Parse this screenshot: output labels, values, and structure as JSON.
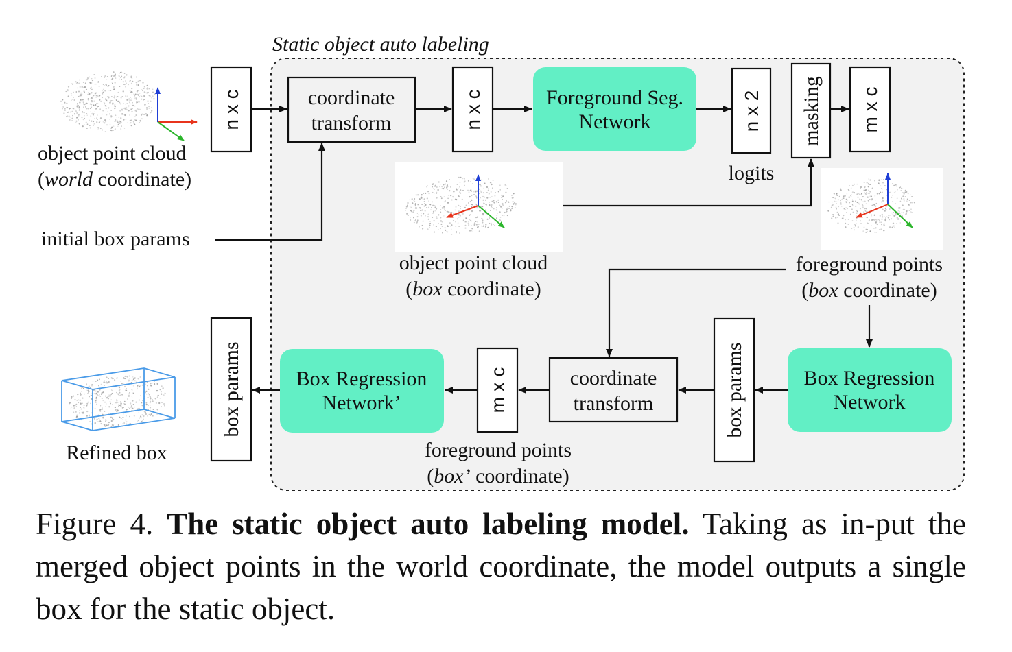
{
  "diagram": {
    "title": "Static object auto labeling",
    "input_world": {
      "line1": "object point cloud",
      "paren_italic": "world",
      "paren_rest": " coordinate)"
    },
    "initial_box": "initial box params",
    "nodes": {
      "nxc1": "n x c",
      "coord_transform_1": [
        "coordinate",
        "transform"
      ],
      "nxc2": "n x c",
      "fg_seg": [
        "Foreground Seg.",
        "Network"
      ],
      "nx2": "n x 2",
      "masking": "masking",
      "mxc1": "m x c",
      "logits": "logits",
      "box_reg": [
        "Box Regression",
        "Network"
      ],
      "box_params_mid": "box params",
      "coord_transform_2": [
        "coordinate",
        "transform"
      ],
      "mxc2": "m x c",
      "box_reg_prime": [
        "Box Regression",
        "Network’"
      ],
      "box_params_out": "box params"
    },
    "box_cloud_label": {
      "line1": "object point cloud",
      "paren_italic": "box",
      "paren_rest": " coordinate)"
    },
    "fg_points_label": {
      "line1": "foreground points",
      "paren_italic": "box",
      "paren_rest": " coordinate)"
    },
    "fg_points_prime_label": {
      "line1": "foreground points",
      "paren_italic": "box’",
      "paren_rest": " coordinate)"
    },
    "refined_box": "Refined box",
    "colors": {
      "teal": "#62efc5",
      "panel": "#f2f2f2",
      "axis_x": "#e8341c",
      "axis_y": "#2bb52b",
      "axis_z": "#1f3fd6",
      "box3d": "#4a9be8"
    }
  },
  "caption": {
    "prefix": "Figure 4. ",
    "bold": "The static object auto labeling model.",
    "rest": " Taking as in-put the merged object points in the world coordinate, the model outputs a single box for the static object."
  }
}
